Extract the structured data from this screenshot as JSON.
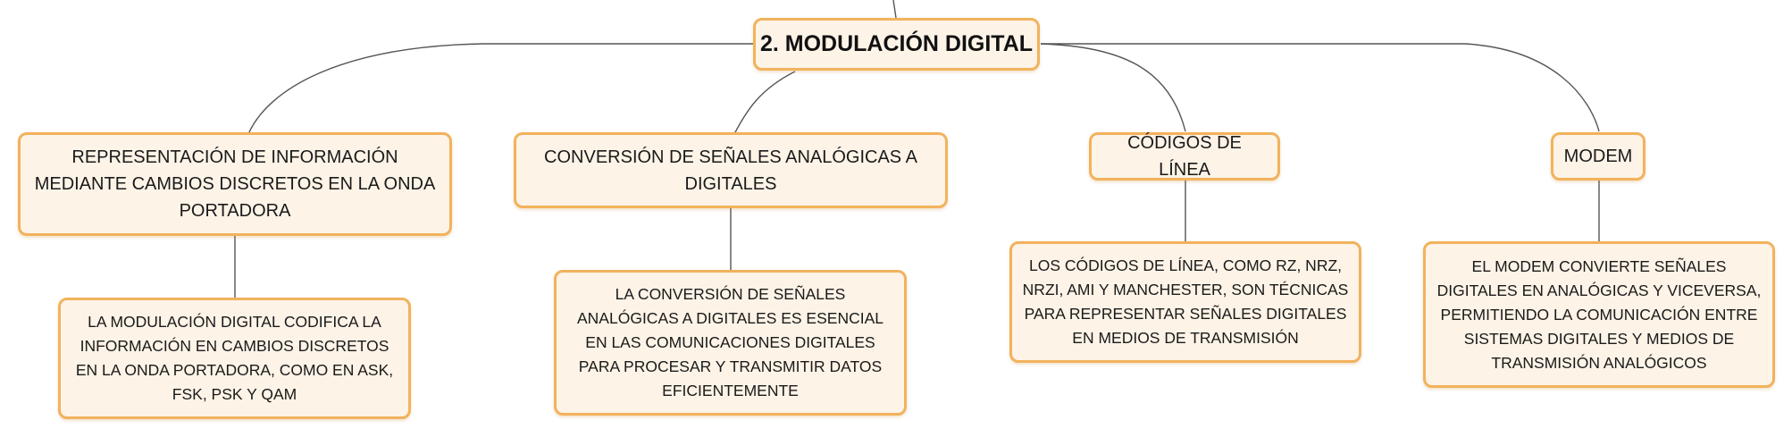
{
  "map": {
    "root": "2. MODULACIÓN DIGITAL",
    "branches": [
      {
        "topic": "REPRESENTACIÓN DE INFORMACIÓN MEDIANTE CAMBIOS DISCRETOS EN LA ONDA PORTADORA",
        "detail": "LA MODULACIÓN DIGITAL CODIFICA LA INFORMACIÓN EN CAMBIOS DISCRETOS EN LA ONDA PORTADORA, COMO EN ASK, FSK, PSK Y QAM"
      },
      {
        "topic": "CONVERSIÓN DE SEÑALES ANALÓGICAS A DIGITALES",
        "detail": "LA CONVERSIÓN DE SEÑALES ANALÓGICAS A DIGITALES ES ESENCIAL EN LAS COMUNICACIONES DIGITALES PARA PROCESAR Y TRANSMITIR DATOS EFICIENTEMENTE"
      },
      {
        "topic": "CÓDIGOS DE LÍNEA",
        "detail": "LOS CÓDIGOS DE LÍNEA, COMO RZ, NRZ, NRZI, AMI Y MANCHESTER, SON TÉCNICAS PARA REPRESENTAR SEÑALES DIGITALES EN MEDIOS DE TRANSMISIÓN"
      },
      {
        "topic": "MODEM",
        "detail": "EL MODEM CONVIERTE SEÑALES DIGITALES EN ANALÓGICAS Y VICEVERSA, PERMITIENDO LA COMUNICACIÓN ENTRE SISTEMAS DIGITALES Y MEDIOS DE TRANSMISIÓN ANALÓGICOS"
      }
    ]
  },
  "colors": {
    "node_fill": "#fdf3e7",
    "node_border": "#f2b25c",
    "connector": "#555555"
  }
}
